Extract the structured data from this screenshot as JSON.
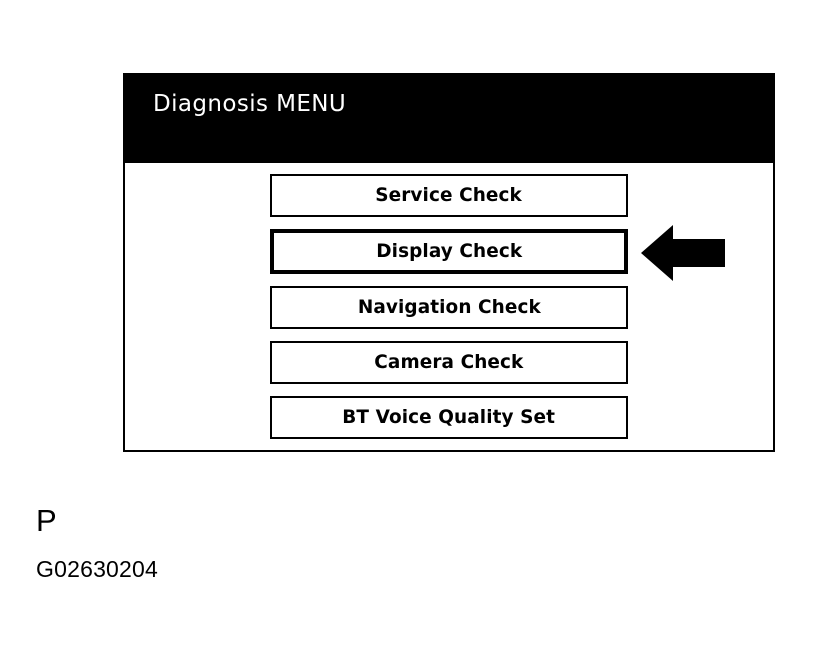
{
  "screen": {
    "title": "Diagnosis MENU",
    "title_bar_color": "#000000",
    "title_text_color": "#ffffff",
    "panel_border_color": "#000000",
    "panel_background": "#ffffff",
    "menu_items": [
      {
        "label": "Service Check",
        "selected": false
      },
      {
        "label": "Display Check",
        "selected": true
      },
      {
        "label": "Navigation Check",
        "selected": false
      },
      {
        "label": "Camera Check",
        "selected": false
      },
      {
        "label": "BT Voice Quality Set",
        "selected": false
      }
    ]
  },
  "annotation": {
    "arrow_icon": "arrow-left-icon",
    "arrow_color": "#000000",
    "arrow_points_to": "Display Check"
  },
  "caption": {
    "letter": "P",
    "figure_code": "G02630204"
  }
}
